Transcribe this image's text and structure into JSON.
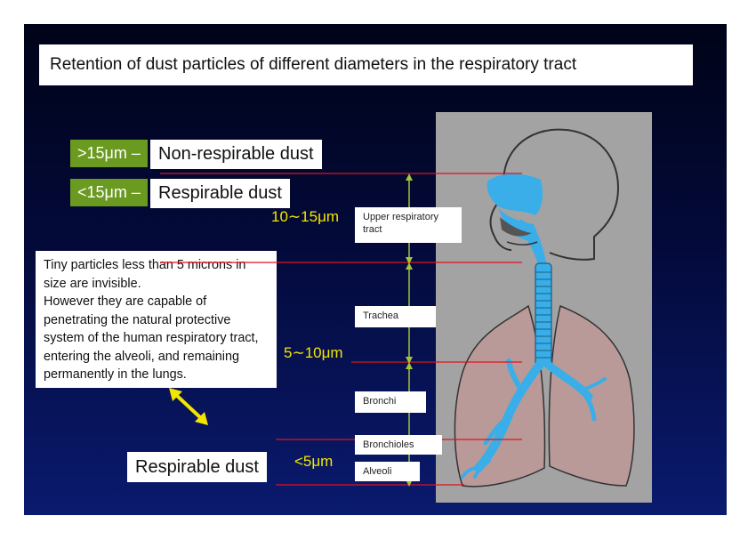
{
  "title": "Retention of dust particles of different diameters in the respiratory tract",
  "size_tags": {
    "gt15": ">15μm –",
    "lt15": "<15μm –"
  },
  "labels": {
    "non_respirable": "Non-respirable dust",
    "respirable_top": "Respirable dust",
    "respirable_bottom": "Respirable dust"
  },
  "ranges": {
    "r10_15": "10∼15μm",
    "r5_10": "5∼10μm",
    "r_lt5": "<5μm"
  },
  "regions": {
    "upper": "Upper respiratory tract",
    "trachea": "Trachea",
    "bronchi": "Bronchi",
    "bronchioles": "Bronchioles",
    "alveoli": "Alveoli"
  },
  "note": {
    "line1": "Tiny particles less than 5 microns in size are invisible.",
    "line2": "However they are capable of penetrating the natural protective system of the human respiratory tract, entering the alveoli, and remaining permanently in the lungs."
  },
  "colors": {
    "background_top": "#000318",
    "background_bottom": "#0a1a6e",
    "tag_green": "#6a9a1f",
    "range_yellow": "#f2e600",
    "guide_red": "#e0121e",
    "arrow_green": "#a3c43a",
    "airway_blue": "#3aaee8",
    "lung_pink": "#b99a99"
  }
}
